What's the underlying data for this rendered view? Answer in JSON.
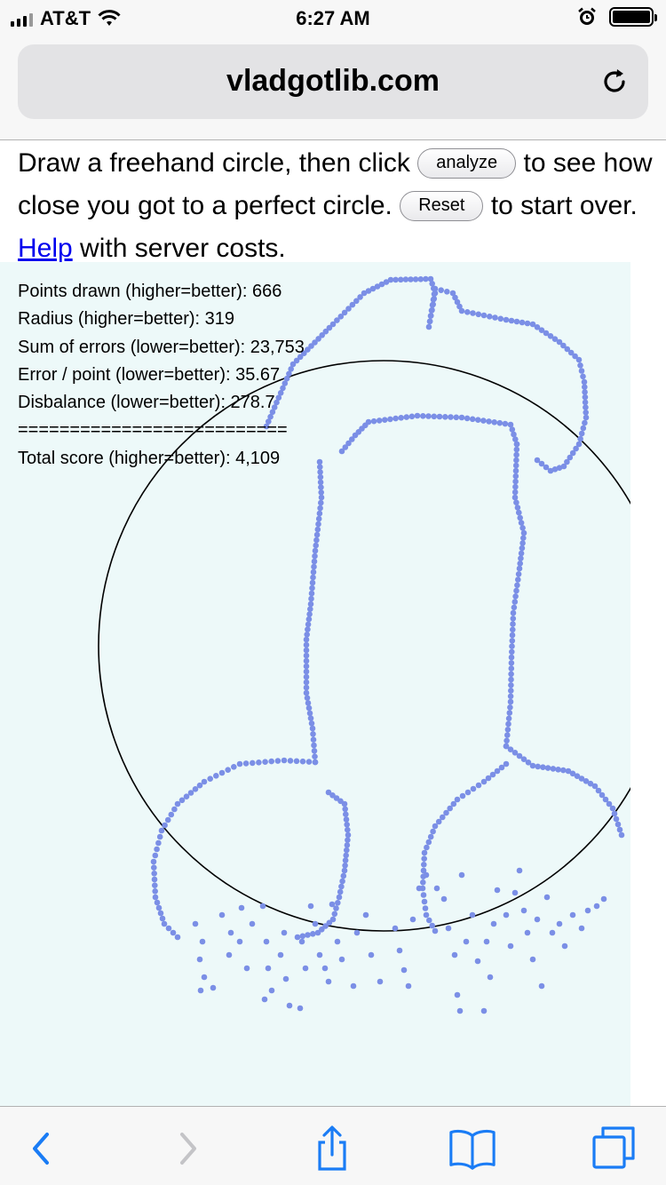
{
  "status_bar": {
    "carrier": "AT&T",
    "time": "6:27 AM",
    "icons": [
      "signal-icon",
      "wifi-icon",
      "alarm-icon",
      "battery-icon"
    ]
  },
  "browser": {
    "url": "vladgotlib.com",
    "reload_icon": "reload-icon"
  },
  "page": {
    "intro_1": "Draw a freehand circle, then click",
    "analyze_label": "analyze",
    "intro_2": "to see how close you got to a perfect circle.",
    "reset_label": "Reset",
    "intro_3": "to start over.",
    "help_label": "Help",
    "intro_4": "with server costs."
  },
  "stats": {
    "points_drawn": "Points drawn (higher=better): 666",
    "radius": "Radius (higher=better): 319",
    "sum_errors": "Sum of errors (lower=better): 23,753",
    "error_point": "Error / point (lower=better): 35.67",
    "disbalance": "Disbalance (lower=better): 278.7",
    "separator": "==========================",
    "total_score": "Total score (higher=better): 4,109"
  },
  "colors": {
    "dots": "#7b8fe6",
    "canvas_bg": "#edf9f9",
    "ios_blue": "#1a7cf5",
    "link": "#0000ee"
  },
  "toolbar": {
    "icons": [
      "back-icon",
      "forward-icon",
      "share-icon",
      "bookmarks-icon",
      "tabs-icon"
    ]
  }
}
